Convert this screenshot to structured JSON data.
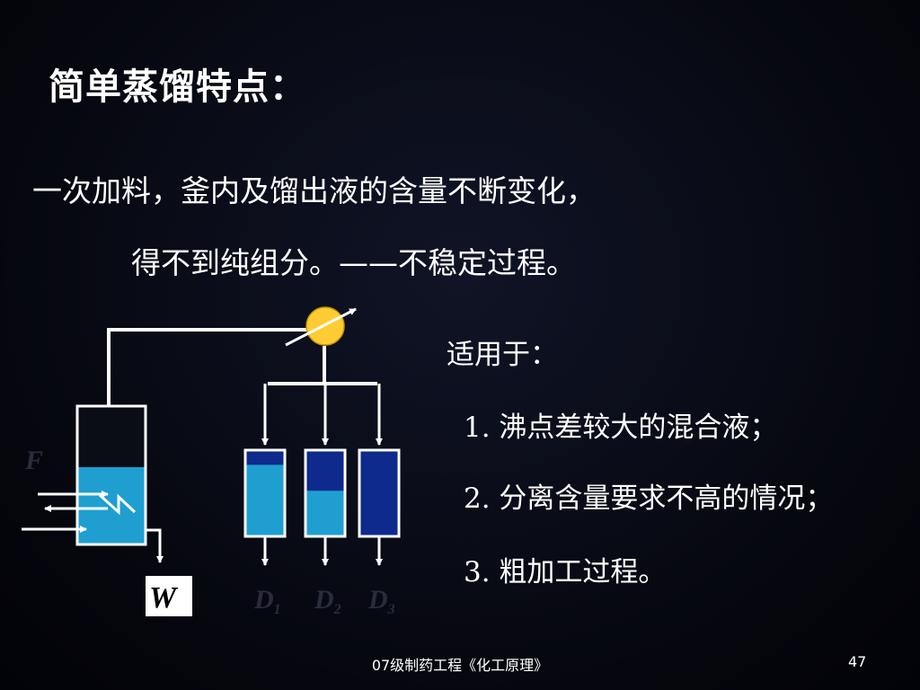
{
  "slide": {
    "title": "简单蒸馏特点：",
    "line1": "一次加料，釜内及馏出液的含量不断变化，",
    "line2": "得不到纯组分。——不稳定过程。",
    "applies_heading": "适用于：",
    "items": [
      "1. 沸点差较大的混合液；",
      "2. 分离含量要求不高的情况；",
      "3. 粗加工过程。"
    ]
  },
  "diagram": {
    "feed_label": "F",
    "residue_label": "W",
    "receivers": [
      {
        "label": "D",
        "subscript": "1",
        "fill": 0.84
      },
      {
        "label": "D",
        "subscript": "2",
        "fill": 0.53
      },
      {
        "label": "D",
        "subscript": "3",
        "fill": 0.0
      }
    ],
    "colors": {
      "liquid": "#1e9fd0",
      "distillate": "#0d2a8c",
      "condenser": "#ffcc33",
      "pipe": "#ffffff",
      "faded_label": "#2a2c3c"
    }
  },
  "footer": {
    "text": "07级制药工程《化工原理》",
    "page": "47"
  }
}
